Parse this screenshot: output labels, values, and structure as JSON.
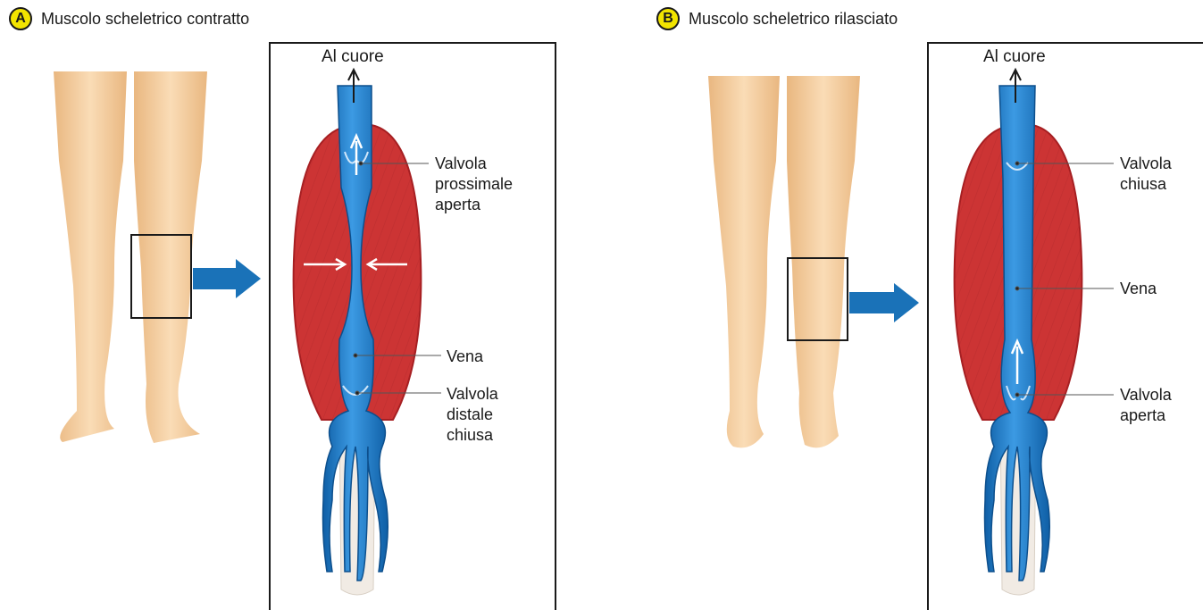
{
  "colors": {
    "vein": "#1677c4",
    "vein_light": "#4aa6e8",
    "muscle": "#cc3434",
    "muscle_dark": "#a61f22",
    "skin": "#f7d3a6",
    "skin_shade": "#e9b780",
    "tendon": "#f1ebe4",
    "badge": "#f2e400",
    "arrow": "#1a72b8"
  },
  "panels": [
    {
      "badge": "A",
      "title": "Muscolo scheletrico contratto",
      "top_label": "Al cuore",
      "labels": [
        {
          "lines": [
            "Valvola",
            "prossimale",
            "aperta"
          ]
        },
        {
          "lines": [
            "Vena"
          ]
        },
        {
          "lines": [
            "Valvola",
            "distale",
            "chiusa"
          ]
        }
      ]
    },
    {
      "badge": "B",
      "title": "Muscolo scheletrico rilasciato",
      "top_label": "Al cuore",
      "labels": [
        {
          "lines": [
            "Valvola",
            "chiusa"
          ]
        },
        {
          "lines": [
            "Vena"
          ]
        },
        {
          "lines": [
            "Valvola",
            "aperta"
          ]
        }
      ]
    }
  ]
}
